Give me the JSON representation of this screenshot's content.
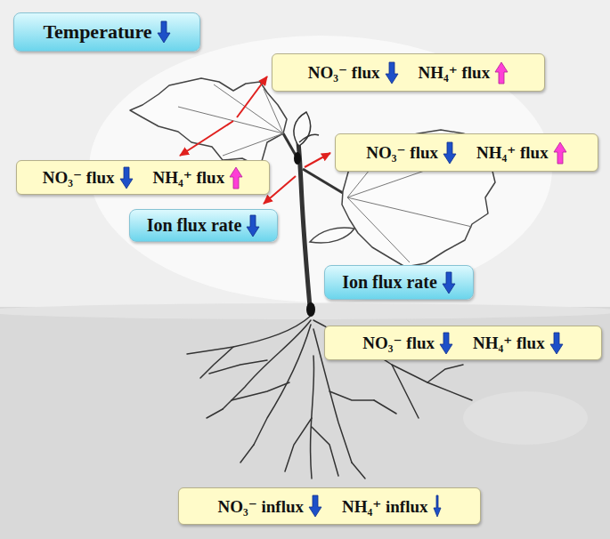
{
  "diagram": {
    "nodes": [
      {
        "text": [
          "Temperature"
        ]
      },
      {
        "text": [
          "NO₃⁻ flux",
          "NH₄⁺ flux"
        ]
      },
      {
        "text": [
          "NO₃⁻ flux",
          "NH₄⁺ flux"
        ]
      },
      {
        "text": [
          "NO₃⁻ flux",
          "NH₄⁺ flux"
        ]
      },
      {
        "text": [
          "Ion flux rate"
        ]
      },
      {
        "text": [
          "Ion flux rate"
        ]
      },
      {
        "text": [
          "NO₃⁻ flux",
          "NH₄⁺ flux"
        ]
      },
      {
        "text": [
          "NO₃⁻ influx",
          "NH₄⁺ influx"
        ]
      }
    ]
  }
}
